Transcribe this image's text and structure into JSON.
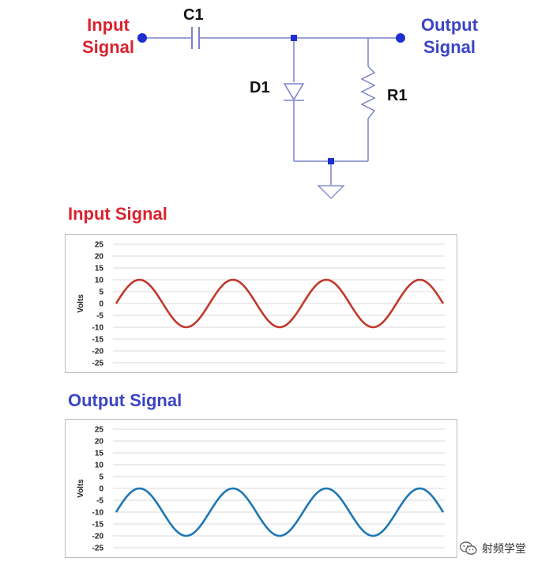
{
  "circuit": {
    "input_label": [
      "Input",
      "Signal"
    ],
    "output_label": [
      "Output",
      "Signal"
    ],
    "capacitor_label": "C1",
    "diode_label": "D1",
    "resistor_label": "R1",
    "wire_color": "#7b82c9",
    "node_color": "#1f2fd0",
    "ground_color": "#8a90d0"
  },
  "chart_data": [
    {
      "type": "line",
      "title": "Input Signal",
      "title_color": "#d9232e",
      "ylabel": "Volts",
      "ylim": [
        -25,
        25
      ],
      "yticks": [
        25,
        20,
        15,
        10,
        5,
        0,
        -5,
        -10,
        -15,
        -20,
        -25
      ],
      "grid": true,
      "series": [
        {
          "color": "#c0392b",
          "amplitude": 10,
          "offset": 0,
          "cycles": 3.5,
          "phase_deg": 0
        }
      ]
    },
    {
      "type": "line",
      "title": "Output Signal",
      "title_color": "#3b44c4",
      "ylabel": "Volts",
      "ylim": [
        -25,
        25
      ],
      "yticks": [
        25,
        20,
        15,
        10,
        5,
        0,
        -5,
        -10,
        -15,
        -20,
        -25
      ],
      "grid": true,
      "series": [
        {
          "color": "#1f77b4",
          "amplitude": 10,
          "offset": -10,
          "cycles": 3.5,
          "phase_deg": 0
        }
      ]
    }
  ],
  "watermark": "射频学堂",
  "watermark_icon": "wechat-icon"
}
